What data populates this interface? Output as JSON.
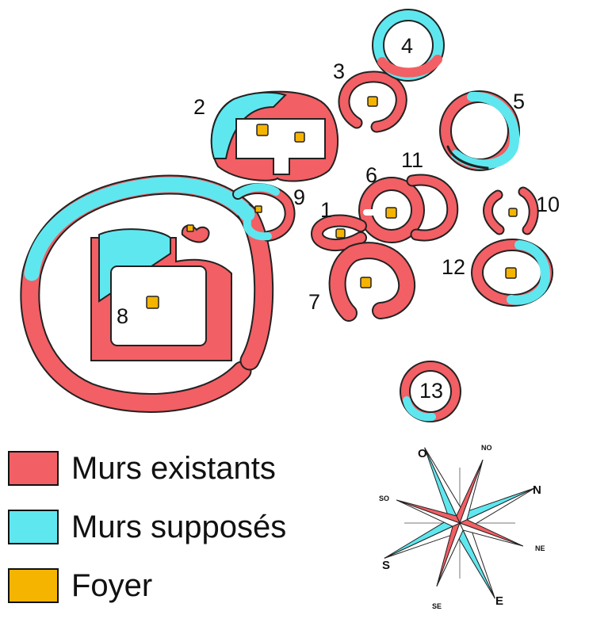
{
  "structures": [
    {
      "id": "1",
      "label": "1"
    },
    {
      "id": "2",
      "label": "2"
    },
    {
      "id": "3",
      "label": "3"
    },
    {
      "id": "4",
      "label": "4"
    },
    {
      "id": "5",
      "label": "5"
    },
    {
      "id": "6",
      "label": "6"
    },
    {
      "id": "7",
      "label": "7"
    },
    {
      "id": "8",
      "label": "8"
    },
    {
      "id": "9",
      "label": "9"
    },
    {
      "id": "10",
      "label": "10"
    },
    {
      "id": "11",
      "label": "11"
    },
    {
      "id": "12",
      "label": "12"
    },
    {
      "id": "13",
      "label": "13"
    }
  ],
  "legend": {
    "existing_walls": "Murs existants",
    "supposed_walls": "Murs supposés",
    "hearth": "Foyer"
  },
  "compass": {
    "north": "N",
    "east": "E",
    "south": "S",
    "west": "O",
    "northeast": "NE",
    "northwest": "NO",
    "southeast": "SE",
    "southwest": "SO"
  },
  "colors": {
    "existing_walls": "#f25f64",
    "supposed_walls": "#5fe7ef",
    "hearth": "#f4b400",
    "outline": "#222222"
  }
}
